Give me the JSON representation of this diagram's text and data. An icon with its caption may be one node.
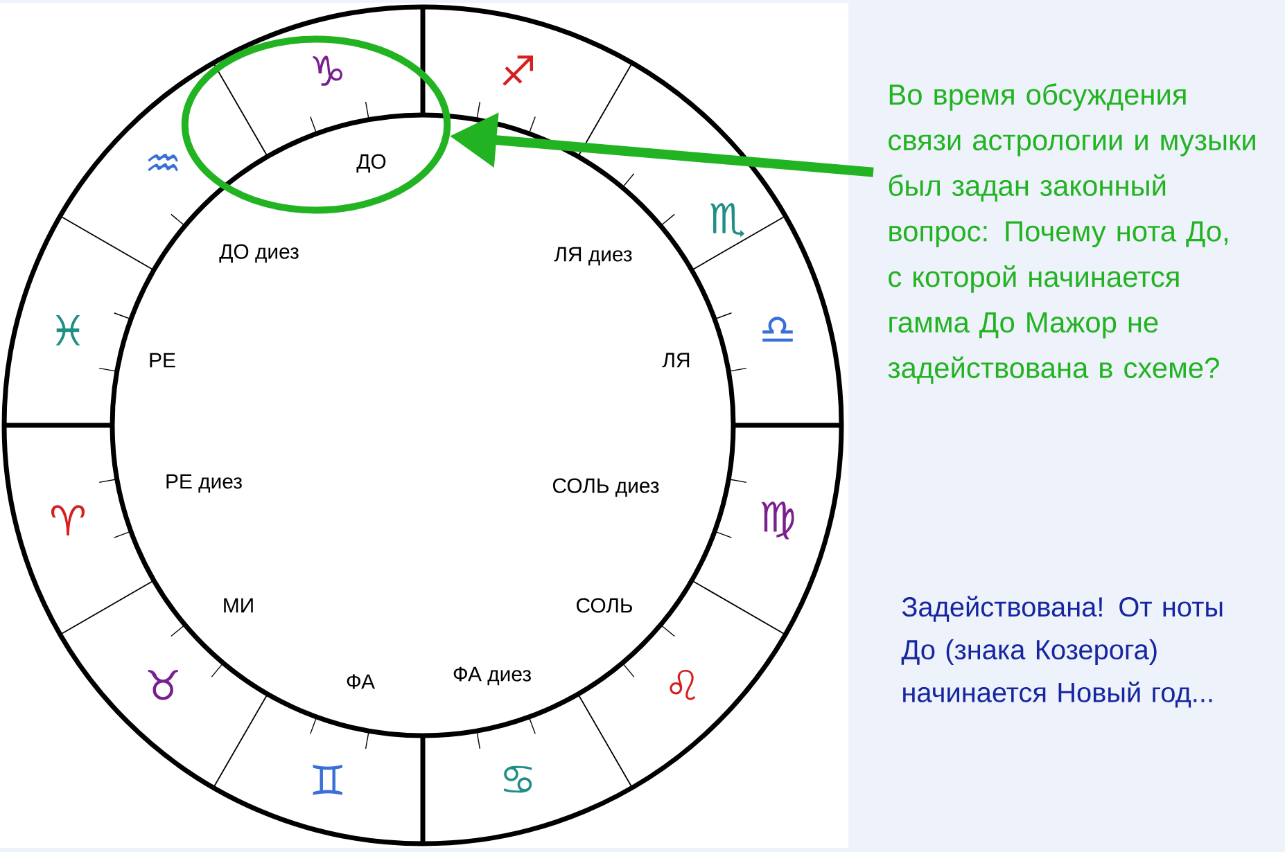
{
  "diagram": {
    "nodes": [
      {
        "text": [
          "Во время обсуждения связи астрологии и музыки был задан законный вопрос: Почему нота До, с которой начинается гамма До Мажор не задействована в схеме?"
        ]
      },
      {
        "text": [],
        "shape": "ellipse"
      }
    ],
    "edges": [
      {
        "from": 0,
        "to": 1,
        "arrow": "to",
        "color": "#22b322"
      }
    ],
    "labels": [
      "♑",
      "♐",
      "♒",
      "ДО",
      "♏",
      "ДО диез",
      "ЛЯ диез",
      "♓",
      "♎",
      "РЕ",
      "ЛЯ",
      "РЕ диез",
      "СОЛЬ диез",
      "♈",
      "♍",
      "МИ",
      "СОЛЬ",
      "♉",
      "♌",
      "ФА",
      "ФА диез",
      "♊",
      "♋",
      "Задействована! От ноты До (знака Козерога) начинается Новый год..."
    ]
  }
}
